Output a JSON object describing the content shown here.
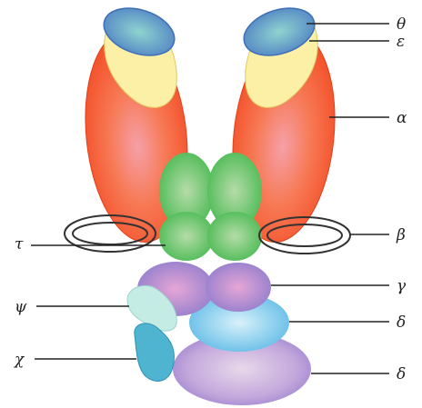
{
  "labels": {
    "theta": "θ",
    "epsilon": "ε",
    "alpha": "α",
    "beta": "β",
    "tau": "τ",
    "gamma": "γ",
    "delta1": "δ",
    "delta2": "δ",
    "psi": "ψ",
    "chi": "χ"
  },
  "colors": {
    "alpha_outer": "#f4502a",
    "alpha_mid": "#f77a56",
    "alpha_inner": "#f79aa0",
    "epsilon_fill": "#fbf0a6",
    "theta_fill": "#5c8fc9",
    "theta_inner": "#7fc6d0",
    "tau_fill": "#52c25a",
    "tau_inner": "#9fd699",
    "gamma_fill": "#9a84d1",
    "gamma_inner": "#d49ad8",
    "delta_fill": "#6fc3ea",
    "delta_inner": "#bfe8f6",
    "delta_prime_fill": "#9a7fd1",
    "delta_prime_inner": "#d8c6e4",
    "psi_fill": "#bde9e2",
    "chi_fill": "#4fb4d0",
    "beta_ring": "#ffffff"
  }
}
